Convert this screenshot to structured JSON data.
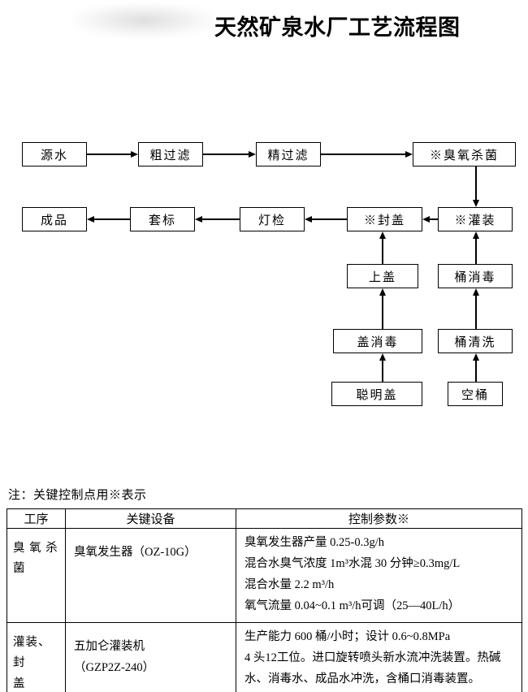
{
  "title": "天然矿泉水厂工艺流程图",
  "flowchart": {
    "nodes": {
      "source_water": "源水",
      "coarse_filter": "粗过滤",
      "fine_filter": "精过滤",
      "ozone_sterilize": "※臭氧杀菌",
      "finished": "成品",
      "labeling": "套标",
      "light_inspect": "灯检",
      "capping": "※封盖",
      "filling": "※灌装",
      "cap_on": "上盖",
      "cap_disinfect": "盖消毒",
      "smart_cap": "聪明盖",
      "bucket_disinfect": "桶消毒",
      "bucket_wash": "桶清洗",
      "empty_bucket": "空桶"
    }
  },
  "note": "注：关键控制点用※表示",
  "table": {
    "headers": [
      "工序",
      "关键设备",
      "控制参数※"
    ],
    "rows": [
      {
        "process": "臭 氧 杀\n菌",
        "equipment": "臭氧发生器（OZ-10G）",
        "parameters": [
          "臭氧发生器产量 0.25-0.3g/h",
          "混合水臭气浓度 1m³水混 30 分钟≥0.3mg/L",
          "混合水量 2.2 m³/h",
          "氧气流量 0.04~0.1 m³/h可调（25—40L/h）"
        ]
      },
      {
        "process": "灌装、封\n盖",
        "equipment": "五加仑灌装机\n（GZP2Z-240）",
        "parameters": [
          "生产能力 600 桶/小时；设计 0.6~0.8MPa",
          "4 头12工位。进口旋转喷头新水流冲洗装置。热碱水、消毒水、成品水冲洗，含桶口消毒装置。"
        ]
      }
    ]
  }
}
